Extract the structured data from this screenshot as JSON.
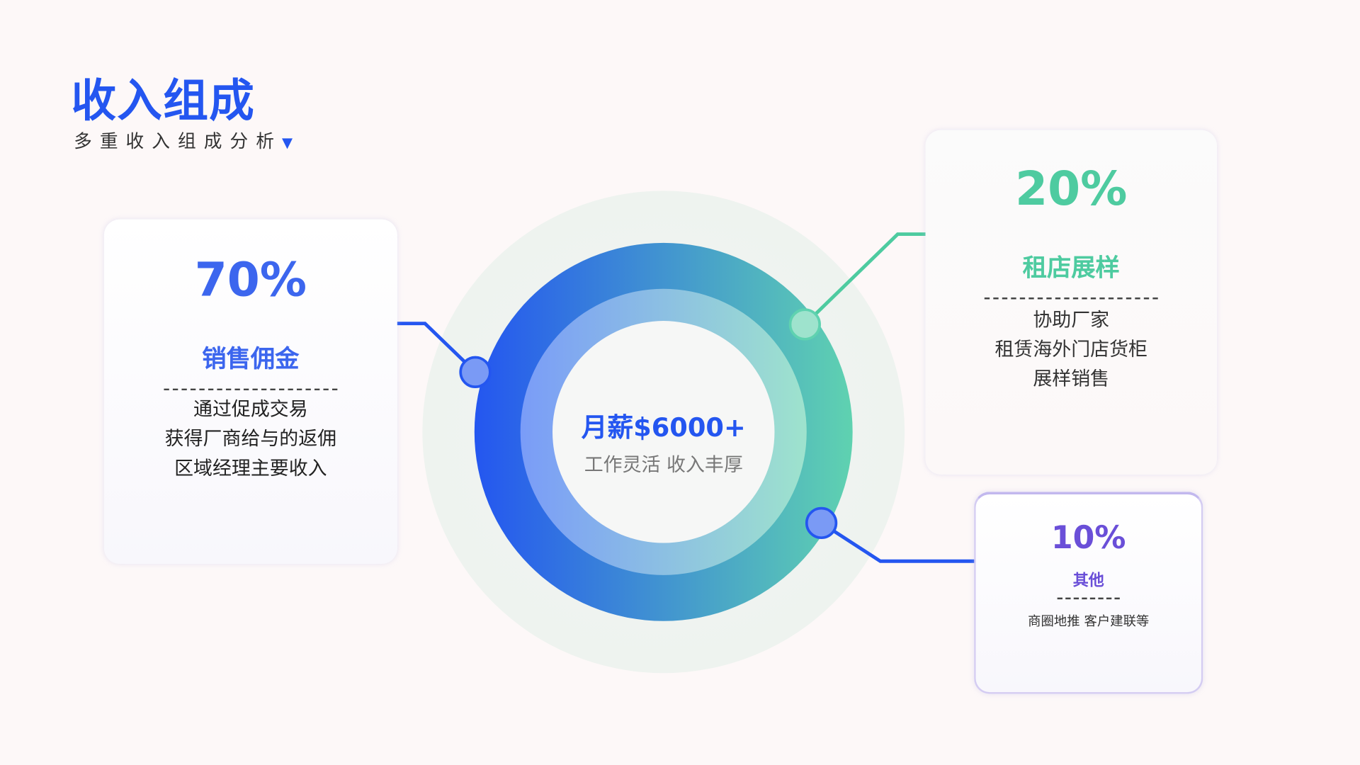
{
  "header": {
    "title": "收入组成",
    "subtitle": "多重收入组成分析",
    "subtitle_icon": "triangle-down"
  },
  "center": {
    "headline": "月薪$6000+",
    "tagline": "工作灵活 收入丰厚"
  },
  "segments": [
    {
      "percent": "70%",
      "share": 70,
      "name": "销售佣金",
      "lines": [
        "通过促成交易",
        "获得厂商给与的返佣",
        "区域经理主要收入"
      ],
      "color": "#2456f0"
    },
    {
      "percent": "20%",
      "share": 20,
      "name": "租店展样",
      "lines": [
        "协助厂家",
        "租赁海外门店货柜",
        "展样销售"
      ],
      "color": "#4ecba0"
    },
    {
      "percent": "10%",
      "share": 10,
      "name": "其他",
      "lines": [
        "商圈地推 客户建联等"
      ],
      "color": "#6a4fd8"
    }
  ]
}
